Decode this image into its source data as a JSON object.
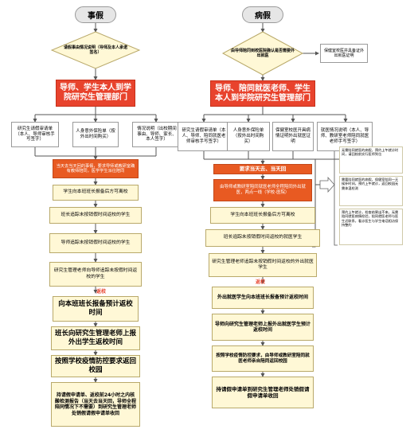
{
  "left": {
    "title": "事假",
    "diamond": "请假事由情况说明（导师及本人承诺签名）",
    "red_box": "导师、学生本人到学院研究生管理部门",
    "docs": [
      "研究生请假审请单（本人、导师审核手写签字）",
      "人身意外保险单（按外出时间购买）",
      "情况说明（出校期间事由、导师、家长、本人签字）"
    ],
    "orange_box": "当天去当天回的事假，要求导师或教研室确有教师陪同，医学学生派往陪同",
    "steps": [
      "学生向本班班长报备后方可离校",
      "班长追踪未按销假时间返校的学生",
      "导师追踪未按销假时间返校的学生",
      "研究生管理老师向导师追踪未按假时间返校的学生"
    ],
    "return_label": "返校",
    "after_steps": [
      "向本班班长报备预计返校时间",
      "班长向研究生管理老师上报外出学生返校时间",
      "按照学校疫情防控要求返回校园",
      "持请假申请单、返校前24小时之内核酸检测报告（当天去当天回，导师全程陪同情况下不需要）到研究生管理老师处销假请假申请单收回"
    ]
  },
  "right": {
    "title": "病假",
    "diamond": "由导师陪同到校医院确认是否需要外出就医",
    "diamond_side": "保健室校医并具备证外出就医证明",
    "red_box": "导师、陪同就医老师、学生本人到学院研究生管理部门",
    "docs": [
      "研究生请假审请单（本人、导师、陪同就医老师审核手写签字）",
      "人身意外保险单（按外出时间购买）",
      "保健室校医开具病情证明外出就医证明",
      "就医情况说明（本人、导师、教研室老师陪同就医老师手写签字）"
    ],
    "orange_box1": "要求当天去、当天回",
    "orange_box2": "由导师或教研室陪同就医老师全程陪同外出就医，两点一线（学校-医院）",
    "side_notes": [
      "无需陪同就医的病假，预约上午就诊时间，请回校前实行医师到位",
      "需要陪同就医的病假，保健室陪同一天候补时间，预约上午就诊，返回校园无需体温检测",
      "预约上午就诊，检查结果出不来，无需陪同就医病情检验，陪同就医老师与医生近联系，看诊医生与学生电话相访保持整约"
    ],
    "steps": [
      "学生向本班班长报备后方可离校",
      "班长追踪未按销假时间返校的就医学生",
      "研究生管理老师追踪未按销假时间返校的外出就医学生"
    ],
    "return_label": "返校",
    "after_steps": [
      "外出就医学生向本班班长报备预计返校时间",
      "导师向研究生管理老师上报外出就医学生预计返校时间",
      "按照学校疫情防控要求，由导师或教研室陪同就医老师亲自陪同返回校园",
      "持请假申请单到研究生管理老师处销假请假申请单收回"
    ]
  },
  "colors": {
    "red": "#e8432d",
    "orange": "#e85a22",
    "yellow": "#fff8d6"
  }
}
